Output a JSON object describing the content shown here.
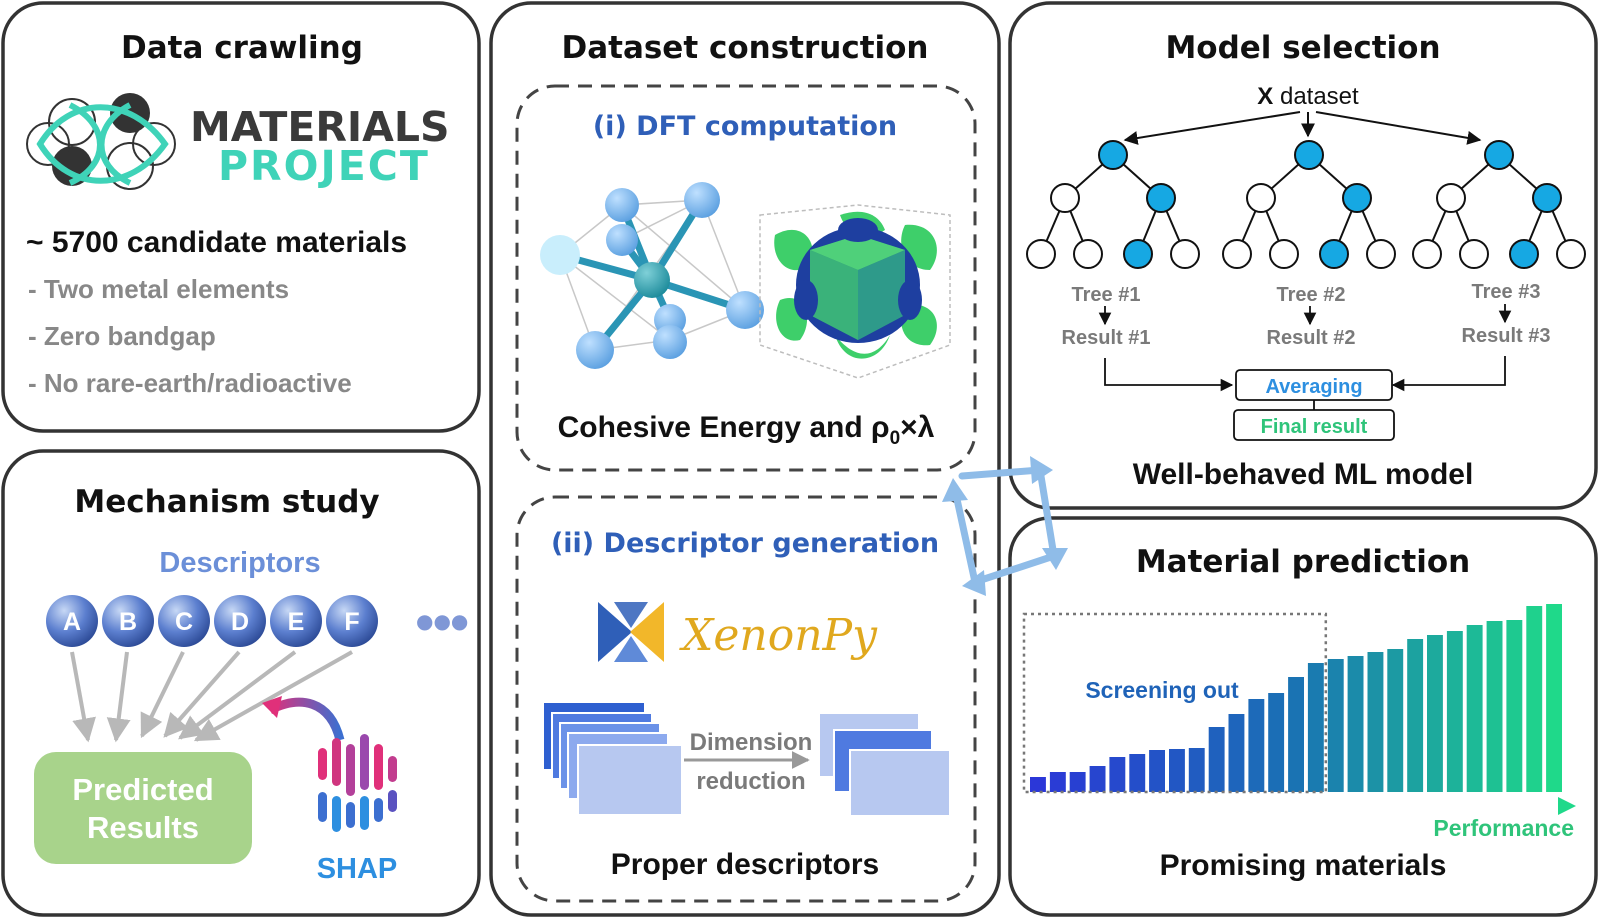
{
  "panels": {
    "data_crawling": {
      "title": "Data crawling",
      "logo_line1": "MATERIALS",
      "logo_line2": "PROJECT",
      "candidates": "~ 5700 candidate materials",
      "criteria": [
        "- Two metal elements",
        "- Zero bandgap",
        "- No rare-earth/radioactive"
      ]
    },
    "mechanism_study": {
      "title": "Mechanism study",
      "descriptors_label": "Descriptors",
      "spheres": [
        "A",
        "B",
        "C",
        "D",
        "E",
        "F"
      ],
      "ellipsis": "●●●",
      "predicted_line1": "Predicted",
      "predicted_line2": "Results",
      "shap_label": "SHAP"
    },
    "dataset_construction": {
      "title": "Dataset construction",
      "dft_title": "(i) DFT computation",
      "dft_caption_prefix": "Cohesive Energy and ρ",
      "dft_caption_sub": "0",
      "dft_caption_suffix": "×λ",
      "descriptor_title": "(ii) Descriptor generation",
      "xenonpy_label": "XenonPy",
      "dimension_line1": "Dimension",
      "dimension_line2": "reduction",
      "descriptor_caption": "Proper descriptors"
    },
    "model_selection": {
      "title": "Model selection",
      "dataset_bold": "X",
      "dataset_rest": " dataset",
      "trees": [
        {
          "tree": "Tree #1",
          "result": "Result #1"
        },
        {
          "tree": "Tree #2",
          "result": "Result #2"
        },
        {
          "tree": "Tree #3",
          "result": "Result #3"
        }
      ],
      "averaging": "Averaging",
      "final_result": "Final result",
      "caption": "Well-behaved ML model"
    },
    "material_prediction": {
      "title": "Material prediction",
      "screening_label": "Screening out",
      "axis_label": "Performance",
      "caption": "Promising materials"
    }
  },
  "chart_data": {
    "type": "bar",
    "values": [
      1.5,
      2.0,
      2.0,
      2.6,
      3.5,
      3.8,
      4.2,
      4.3,
      4.4,
      6.5,
      7.8,
      9.3,
      9.9,
      11.5,
      12.9,
      13.3,
      13.6,
      14.0,
      14.3,
      15.3,
      15.7,
      16.1,
      16.7,
      17.1,
      17.2,
      18.6,
      18.8
    ],
    "screened_count": 15,
    "colors": {
      "low": "#2b37d8",
      "mid": "#1a73b3",
      "high": "#1fd98a"
    }
  },
  "colors": {
    "accent_blue": "#2f5fb8",
    "node_blue": "#16a8e3",
    "teal": "#3fd3b8",
    "green_text": "#2fc47a",
    "predicted_green": "#a8d38b"
  }
}
